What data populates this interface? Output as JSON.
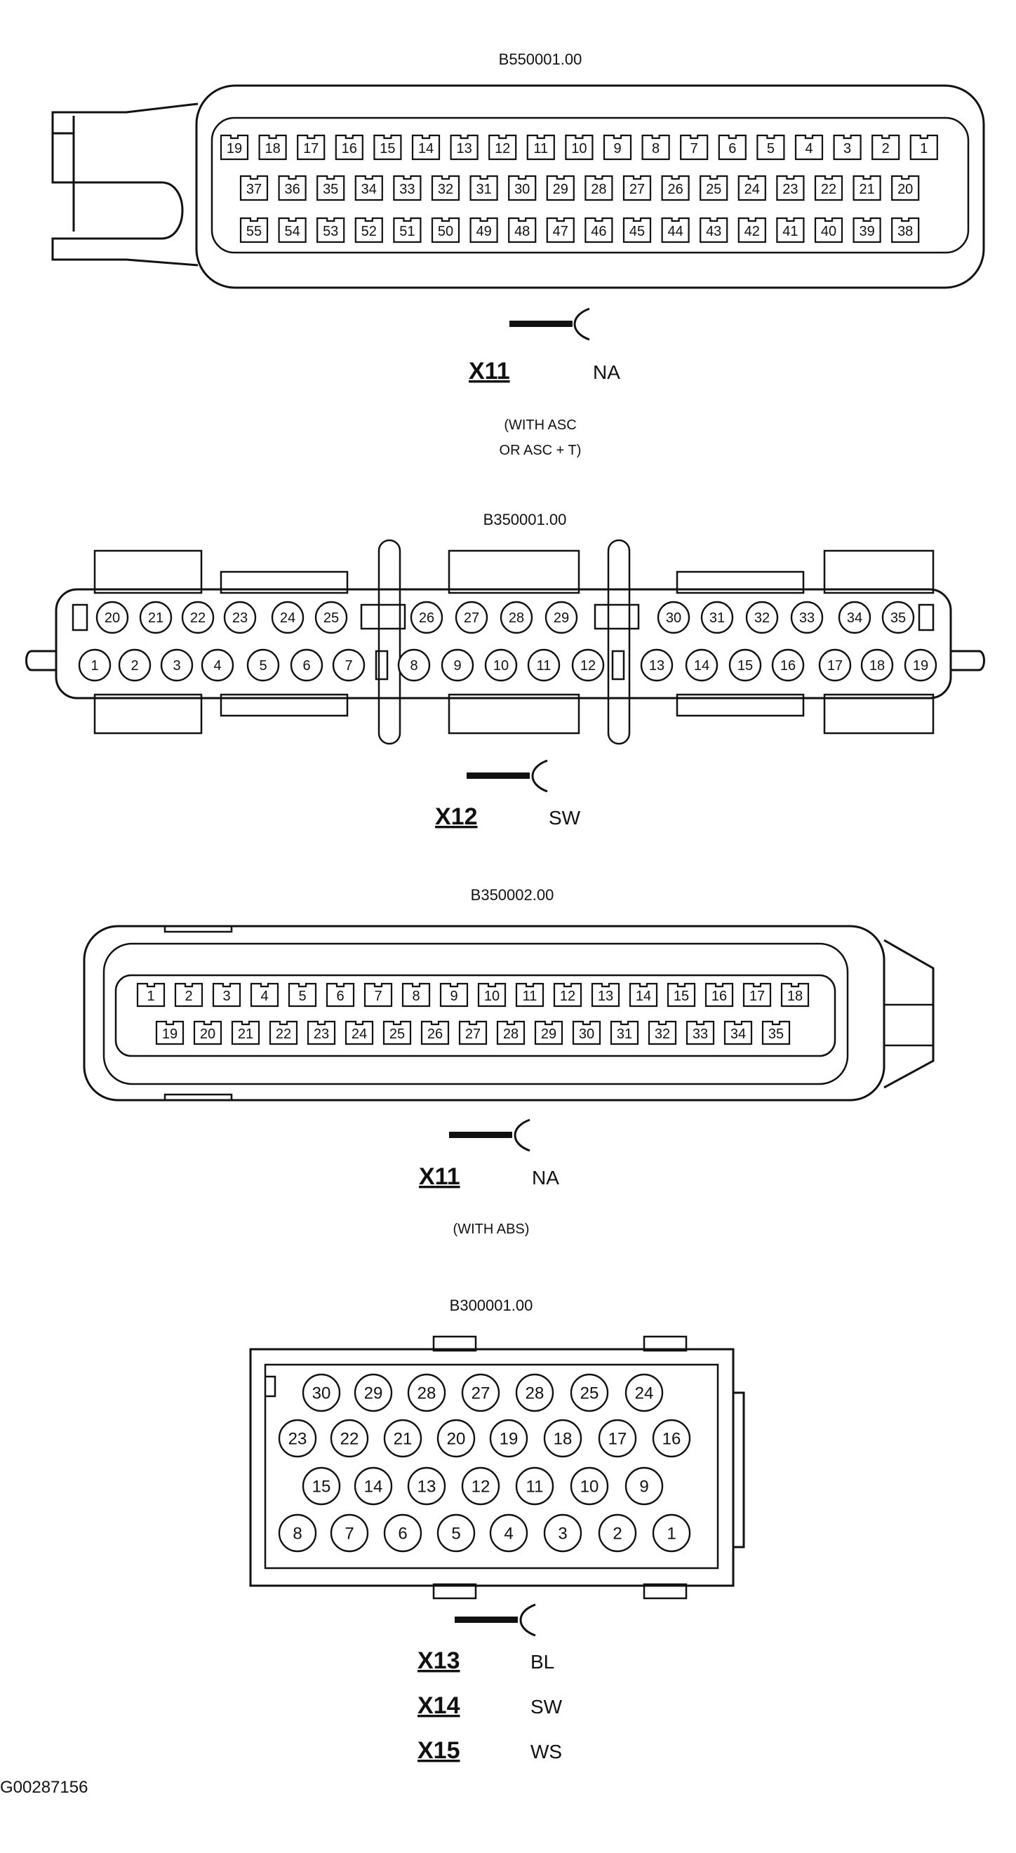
{
  "connectors": [
    {
      "part_number": "B550001.00",
      "rows": [
        [
          "19",
          "18",
          "17",
          "16",
          "15",
          "14",
          "13",
          "12",
          "11",
          "10",
          "9",
          "8",
          "7",
          "6",
          "5",
          "4",
          "3",
          "2",
          "1"
        ],
        [
          "37",
          "36",
          "35",
          "34",
          "33",
          "32",
          "31",
          "30",
          "29",
          "28",
          "27",
          "26",
          "25",
          "24",
          "23",
          "22",
          "21",
          "20"
        ],
        [
          "55",
          "54",
          "53",
          "52",
          "51",
          "50",
          "49",
          "48",
          "47",
          "46",
          "45",
          "44",
          "43",
          "42",
          "41",
          "40",
          "39",
          "38"
        ]
      ],
      "labels": [
        {
          "code": "X11",
          "color": "NA"
        }
      ],
      "note": [
        "(WITH ASC",
        "OR ASC + T)"
      ]
    },
    {
      "part_number": "B350001.00",
      "rows": [
        [
          "20",
          "21",
          "22",
          "23",
          "24",
          "25",
          "26",
          "27",
          "28",
          "29",
          "30",
          "31",
          "32",
          "33",
          "34",
          "35"
        ],
        [
          "1",
          "2",
          "3",
          "4",
          "5",
          "6",
          "7",
          "8",
          "9",
          "10",
          "11",
          "12",
          "13",
          "14",
          "15",
          "16",
          "17",
          "18",
          "19"
        ]
      ],
      "labels": [
        {
          "code": "X12",
          "color": "SW"
        }
      ],
      "note": []
    },
    {
      "part_number": "B350002.00",
      "rows": [
        [
          "1",
          "2",
          "3",
          "4",
          "5",
          "6",
          "7",
          "8",
          "9",
          "10",
          "11",
          "12",
          "13",
          "14",
          "15",
          "16",
          "17",
          "18"
        ],
        [
          "19",
          "20",
          "21",
          "22",
          "23",
          "24",
          "25",
          "26",
          "27",
          "28",
          "29",
          "30",
          "31",
          "32",
          "33",
          "34",
          "35"
        ]
      ],
      "labels": [
        {
          "code": "X11",
          "color": "NA"
        }
      ],
      "note": [
        "(WITH ABS)"
      ]
    },
    {
      "part_number": "B300001.00",
      "rows": [
        [
          "30",
          "29",
          "28",
          "27",
          "28",
          "25",
          "24"
        ],
        [
          "23",
          "22",
          "21",
          "20",
          "19",
          "18",
          "17",
          "16"
        ],
        [
          "15",
          "14",
          "13",
          "12",
          "11",
          "10",
          "9"
        ],
        [
          "8",
          "7",
          "6",
          "5",
          "4",
          "3",
          "2",
          "1"
        ]
      ],
      "labels": [
        {
          "code": "X13",
          "color": "BL"
        },
        {
          "code": "X14",
          "color": "SW"
        },
        {
          "code": "X15",
          "color": "WS"
        }
      ],
      "note": []
    }
  ],
  "figure_id": "G00287156"
}
